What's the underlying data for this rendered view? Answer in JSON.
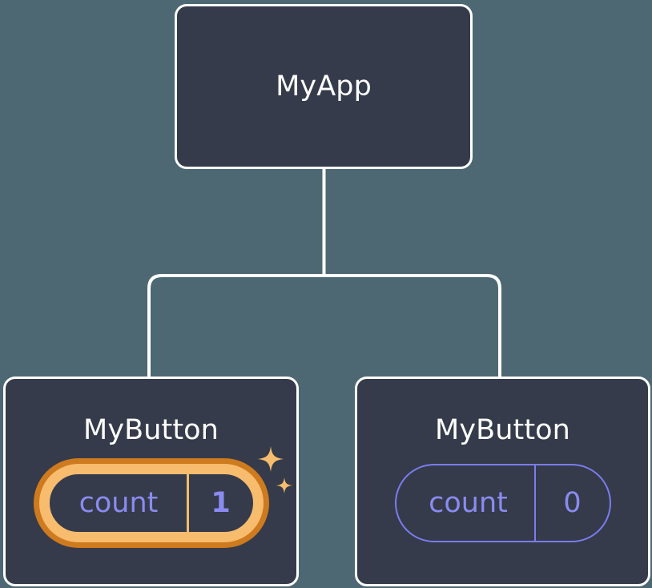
{
  "diagram": {
    "type": "component-tree",
    "background_color": "#4d6872",
    "root": {
      "title": "MyApp"
    },
    "children": [
      {
        "title": "MyButton",
        "state": {
          "key": "count",
          "value": "1"
        },
        "highlighted": true,
        "sparkles": [
          "sparkle-large",
          "sparkle-small"
        ]
      },
      {
        "title": "MyButton",
        "state": {
          "key": "count",
          "value": "0"
        },
        "highlighted": false
      }
    ],
    "colors": {
      "background": "#4d6872",
      "card_fill": "#353b4a",
      "card_border": "#ffffff",
      "connector": "#ffffff",
      "state_text": "#8a8bf0",
      "highlight_ring_inner": "#f7bc6e",
      "highlight_ring_outer": "#ce7a1e",
      "sparkle": "#f7bc6e",
      "title_text": "#ffffff"
    }
  }
}
